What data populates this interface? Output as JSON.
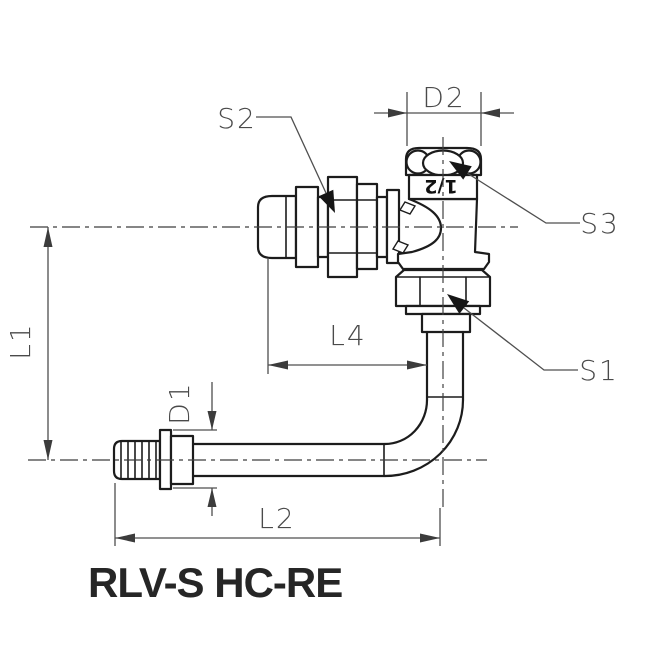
{
  "meta": {
    "type": "technical-drawing",
    "background": "#ffffff",
    "line_color": "#1c1c1c",
    "dimension_color": "#4f4f4f",
    "title_color": "#262626"
  },
  "title": "RLV-S HC-RE",
  "component": {
    "size_marking": "1/2"
  },
  "dimension_labels": {
    "s2": "S2",
    "d2": "D2",
    "s3": "S3",
    "s1": "S1",
    "l1": "L1",
    "l4": "L4",
    "d1": "D1",
    "l2": "L2"
  }
}
